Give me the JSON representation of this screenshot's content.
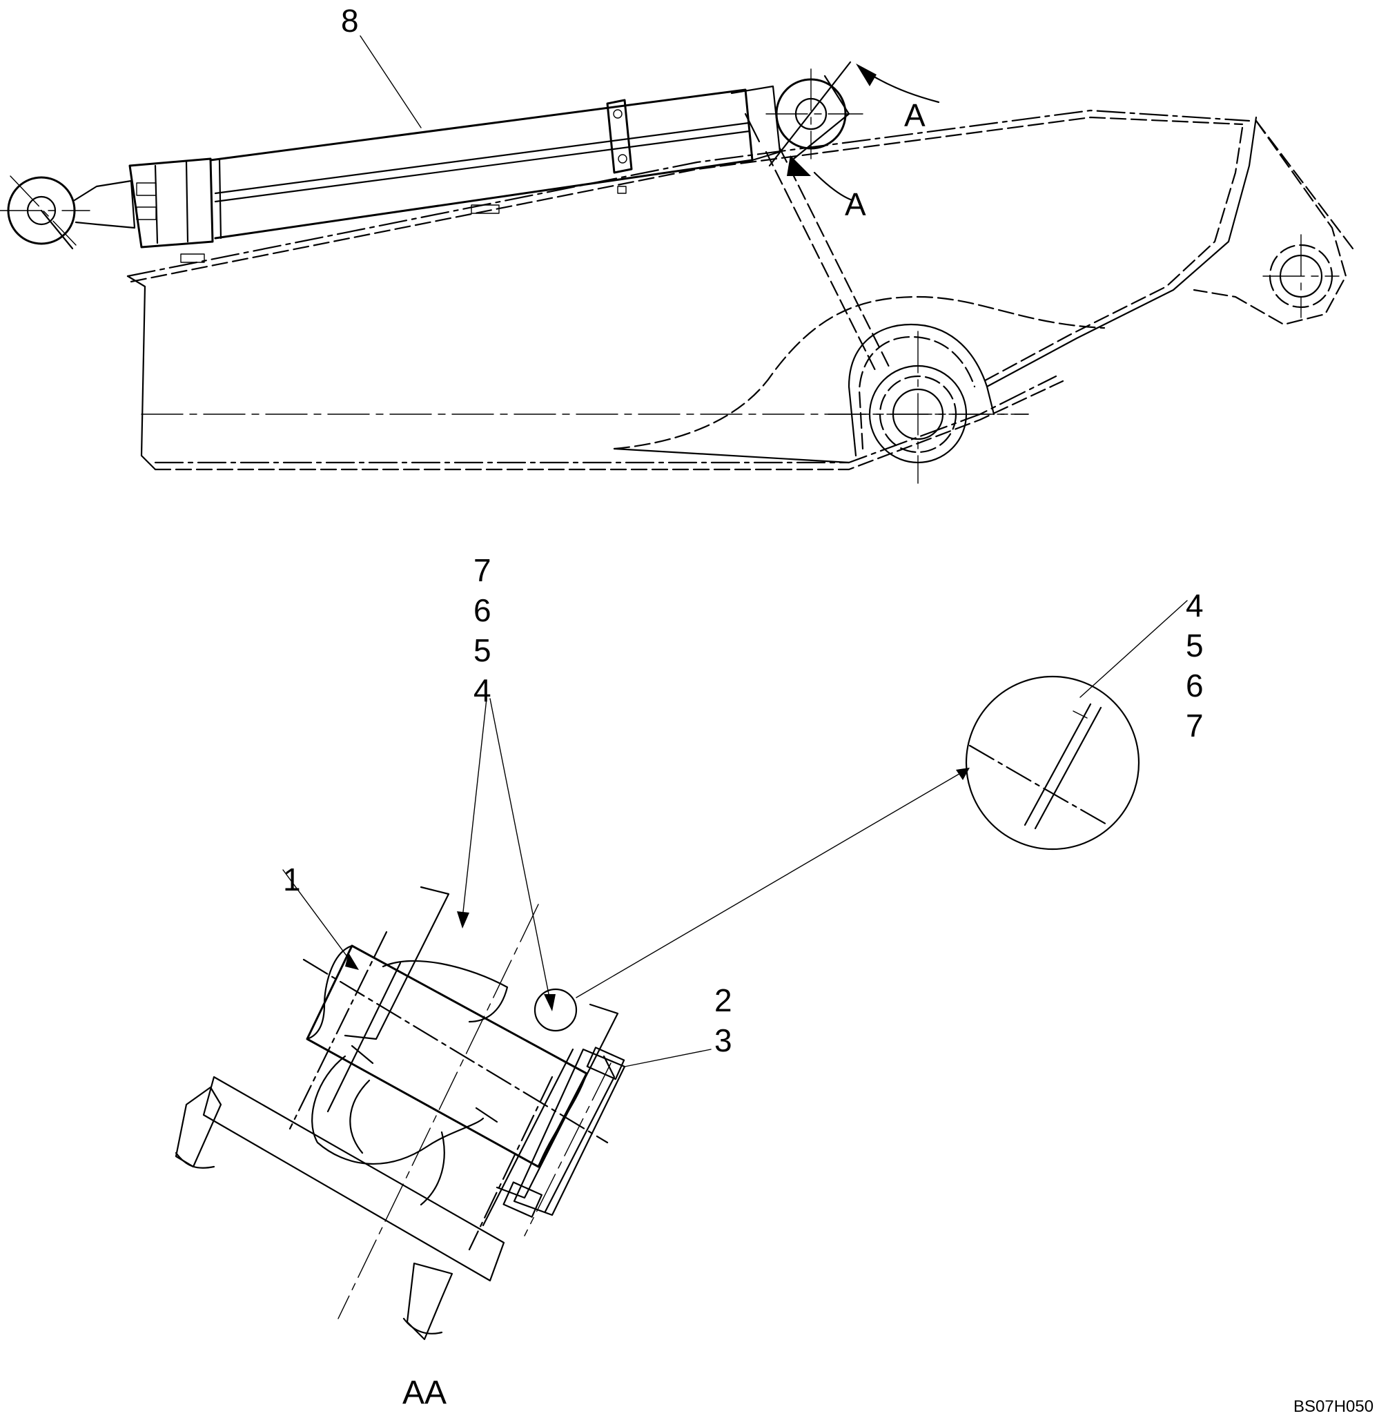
{
  "figure": {
    "drawing_code": "BS07H050",
    "section_title": "AA"
  },
  "callouts": {
    "cylinder": "8",
    "section_a_upper": "A",
    "section_a_lower": "A",
    "pin": "1",
    "bolt_2": "2",
    "bolt_3": "3",
    "left_stack": [
      "7",
      "6",
      "5",
      "4"
    ],
    "right_stack": [
      "4",
      "5",
      "6",
      "7"
    ]
  }
}
